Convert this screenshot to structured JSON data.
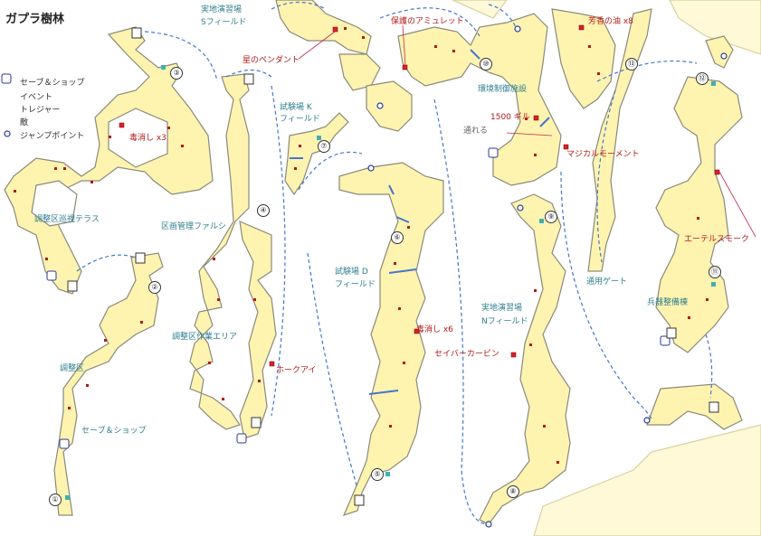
{
  "map": {
    "title": "ガプラ樹林",
    "legend": [
      {
        "icon": "save-shop-icon",
        "label": "セーブ＆ショップ"
      },
      {
        "icon": "event-icon",
        "label": "イベント"
      },
      {
        "icon": "treasure-icon",
        "label": "トレジャー"
      },
      {
        "icon": "enemy-icon",
        "label": "敵"
      },
      {
        "icon": "jump-point-icon",
        "label": "ジャンプポイント"
      }
    ],
    "areas": {
      "real_s_line1": "実地演習場",
      "real_s_line2": "Sフィールド",
      "lab_k_line1": "試験場 K",
      "lab_k_line2": "フィールド",
      "lab_d_line1": "試験場 D",
      "lab_d_line2": "フィールド",
      "real_n_line1": "実地演習場",
      "real_n_line2": "Nフィールド",
      "adjust_terrace": "調整区巡視テラス",
      "district_falsi": "区画管理ファルシ",
      "adjust_work": "調整区作業エリア",
      "adjust_zone": "調整区",
      "env_facility": "環境制御施設",
      "passage_gate": "通用ゲート",
      "weapon_building": "兵器整備棟",
      "save_shop": "セーブ＆ショップ",
      "passable": "通れる"
    },
    "treasures": {
      "star_pendant": "星のペンダント",
      "amulet": "保護のアミュレット",
      "aroma_oil": "芳香の油 x8",
      "gil": "1500 ギル",
      "antidote3": "毒消し x3",
      "antidote6": "毒消し x6",
      "magical_moment": "マジカルモーメント",
      "ether_smoke": "エーテルスモーク",
      "saber_carbine": "セイバーカービン",
      "hawk_eye": "ホークアイ"
    },
    "markers": [
      "①",
      "②",
      "③",
      "④",
      "⑤",
      "⑥",
      "⑦",
      "⑧",
      "⑨",
      "⑩",
      "⑪",
      "⑫",
      "⑬"
    ]
  }
}
